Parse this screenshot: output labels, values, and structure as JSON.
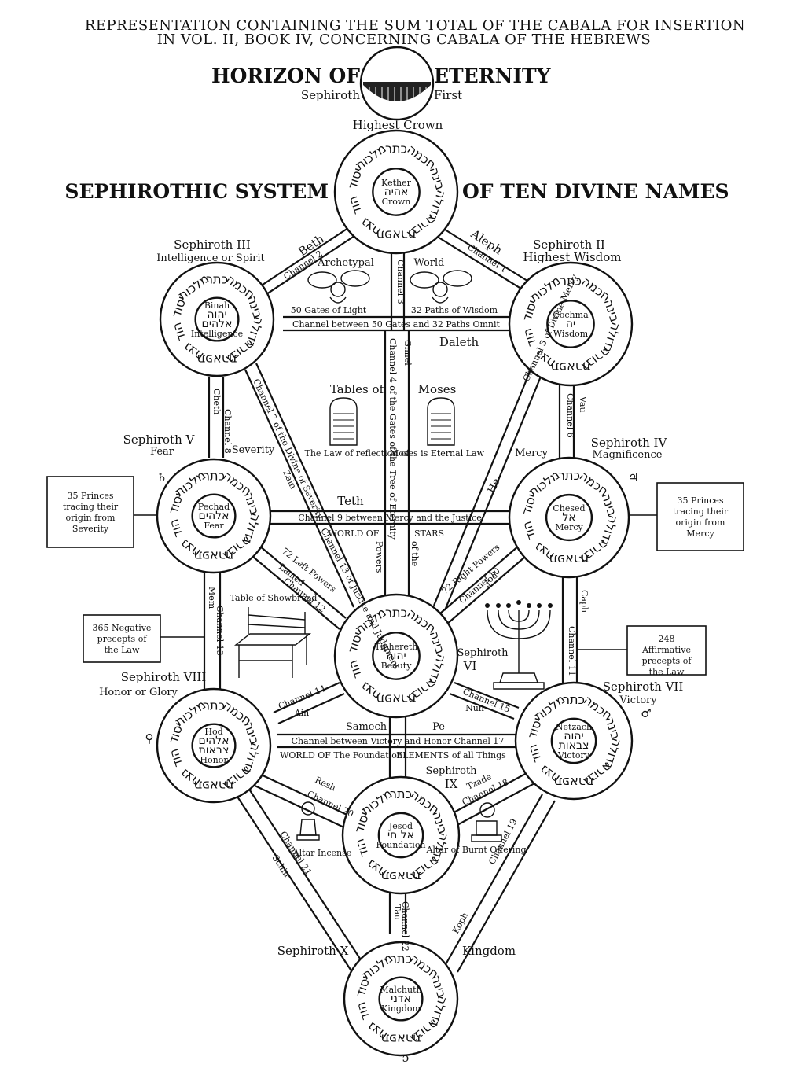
{
  "title": {
    "line1": "REPRESENTATION CONTAINING THE SUM TOTAL OF THE CABALA FOR INSERTION",
    "line2": "IN VOL. II, BOOK IV, CONCERNING CABALA OF THE HEBREWS"
  },
  "horizon": {
    "left": "HORIZON OF",
    "right": "ETERNITY",
    "sub_left": "Sephiroth",
    "sub_right": "First"
  },
  "crown_label": "Highest Crown",
  "system": {
    "left": "SEPHIROTHIC SYSTEM",
    "right": "OF TEN DIVINE NAMES"
  },
  "outer_hebrew": [
    "כתר",
    "חכמה",
    "בינה",
    "גדולה",
    "גבורה",
    "תפארת",
    "נצח",
    "הוד",
    "יסוד",
    "מלכות"
  ],
  "sephiroth": {
    "s1": {
      "inner": [
        "Kether",
        "אהיה",
        "Crown"
      ]
    },
    "s2": {
      "title": "Sephiroth II",
      "subtitle": "Highest Wisdom",
      "inner": [
        "Cochma",
        "יה",
        "Wisdom"
      ]
    },
    "s3": {
      "title": "Sephiroth III",
      "subtitle": "Intelligence or Spirit",
      "inner": [
        "Binah",
        "יהוה",
        "אלהים",
        "Intelligence"
      ]
    },
    "s4": {
      "title": "Sephiroth IV",
      "subtitle": "Magnificence",
      "inner": [
        "Chesed",
        "אל",
        "Mercy"
      ]
    },
    "s5": {
      "title": "Sephiroth V",
      "subtitle": "Fear",
      "inner": [
        "Pechad",
        "אלהים",
        "Fear"
      ]
    },
    "s6": {
      "title": "Sephiroth",
      "subtitle": "VI",
      "inner": [
        "Tiphereth",
        "יהוה",
        "Beauty"
      ]
    },
    "s7": {
      "title": "Sephiroth VII",
      "subtitle": "Victory",
      "inner": [
        "Netzach",
        "יהוה",
        "צבאות",
        "Victory"
      ]
    },
    "s8": {
      "title": "Sephiroth VIII",
      "subtitle": "Honor or Glory",
      "inner": [
        "Hod",
        "אלהים",
        "צבאות",
        "Honor"
      ]
    },
    "s9": {
      "title": "Sephiroth",
      "subtitle": "IX",
      "inner": [
        "Jesod",
        "אל חי",
        "Foundation"
      ]
    },
    "s10": {
      "title": "Sephiroth X",
      "subtitle": "Kingdom",
      "inner": [
        "Malchuth",
        "אדני",
        "Kingdom"
      ]
    }
  },
  "paths": {
    "beth": "Beth",
    "channel2": "Channel 2",
    "aleph": "Aleph",
    "channel1": "Channel 1",
    "archetypal": "Archetypal",
    "world": "World",
    "gates50": "50 Gates of Light",
    "paths32": "32 Paths of Wisdom",
    "channel_between": "Channel between 50 Gates and 32 Paths Omnit",
    "channel3": "Channel 3",
    "daleth": "Daleth",
    "gimel": "Gimel",
    "channel_beth": "Channel 4 of the Gates of the Tree of Eternity",
    "cheth": "Cheth",
    "channel8": "Channel 8",
    "channel7": "Channel 7 of the Divine of Severity",
    "zain": "Zain",
    "tables": "Tables of",
    "moses": "Moses",
    "law_ref": "The Law of reflection of",
    "moses_eternal": "Moses is Eternal Law",
    "vau": "Vau",
    "channel6": "Channel 6",
    "mercy": "Mercy",
    "channel5": "Channel 5 of Divine Mercy",
    "he": "He",
    "severity": "Severity",
    "teth": "Teth",
    "channel9": "Channel 9 between Mercy and the Justice",
    "world_of": "WORLD OF",
    "powers": "Powers",
    "stars": "STARS",
    "of_the": "of the",
    "left_powers": "72 Left Powers",
    "lamed": "Lamed",
    "channel12": "Channel 12",
    "channel_left": "Channel 13 of Justice and Judgment",
    "right_powers": "72 Right Powers",
    "channel10": "Channel 10",
    "jod": "Jod",
    "mem": "Mem",
    "channel13": "Channel 13",
    "caph": "Caph",
    "channel11": "Channel 11",
    "table_show": "Table of Showbread",
    "channel14": "Channel 14",
    "ain": "Ain",
    "samech": "Samech",
    "pe": "Pe",
    "channel15": "Channel 15",
    "nun": "Nun",
    "victory_honor": "Channel between Victory and Honor Channel 17",
    "world_foundation": "WORLD OF The Foundation",
    "elements": "ELEMENTS of all Things",
    "resh": "Resh",
    "channel20": "Channel 20",
    "tzade": "Tzade",
    "channel18": "Channel 18",
    "channel21": "Channel 21",
    "schin": "Schin",
    "altar_incense": "Altar Incense",
    "altar_burnt": "Altar of Burnt Offering",
    "tau": "Tau",
    "koph": "Koph",
    "channel19": "Channel 19",
    "channel22": "Channel 22"
  },
  "side_boxes": {
    "left_top": "35 Princes tracing their origin from Severity",
    "right_top": "35 Princes tracing their origin from Mercy",
    "left_bottom": "365 Negative precepts of the Law",
    "right_bottom": "248 Affirmative precepts of the Law"
  },
  "bottom_mark": "ɔ"
}
